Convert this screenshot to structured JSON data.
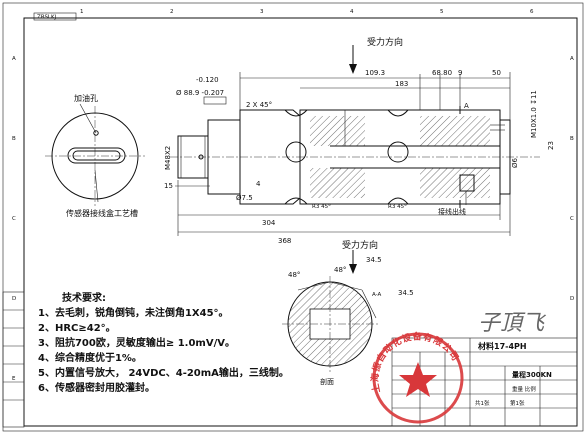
{
  "header_tab": "ZBSLKJ",
  "force_direction_top": "受力方向",
  "force_direction_section": "受力方向",
  "oil_hole_label": "加油孔",
  "sensor_groove_label": "传感器接线盒工艺槽",
  "wire_exit_label": "接线出线",
  "thread_label": "M48X2",
  "chamfer_label": "2 X 45°",
  "tolerance_upper": "-0.120",
  "tolerance_lower": "Ø 88.9 -0.207",
  "thread_right": "M10X1.0 ↧11",
  "section_label": "A-A",
  "dims": {
    "d_109_3": "109.3",
    "d_68_80": "68.80",
    "d_9": "9",
    "d_50": "50",
    "d_183": "183",
    "d_15": "15",
    "d_4": "4",
    "d_7_5": "Ø7.5",
    "d_6": "Ø6",
    "d_23": "23",
    "d_304": "304",
    "d_368": "368",
    "d_48a": "48°",
    "d_48b": "48°",
    "d_34_5a": "34.5",
    "d_34_5b": "34.5",
    "d_r3a": "R3 45°",
    "d_r3b": "R3 45°"
  },
  "requirements": {
    "title": "技术要求:",
    "items": [
      "1、去毛刺，锐角倒钝，未注倒角1X45°。",
      "2、HRC≥42°。",
      "3、阻抗700欧，灵敏度输出≥ 1.0mV/V。",
      "4、综合精度优于1%。",
      "5、内置信号放大，  24VDC、4-20mA输出，三线制。",
      "6、传感器密封用胶灌封。"
    ]
  },
  "title_block": {
    "material": "材料17-4PH",
    "range": "量程300KN",
    "label_a": "共1张",
    "label_b": "第1张",
    "label_c": "重量 比例"
  },
  "section_caption": "剖面",
  "grid_top": [
    "1",
    "2",
    "3",
    "4",
    "5",
    "6"
  ],
  "grid_side": [
    "A",
    "B",
    "C",
    "D",
    "E"
  ],
  "signature": "子頂飞",
  "stamp_text": "上海振自动化设备有限公司"
}
